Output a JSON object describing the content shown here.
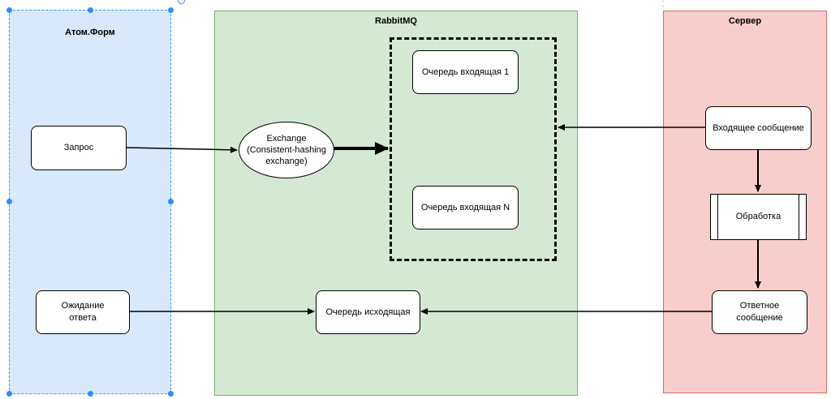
{
  "pools": {
    "atom": {
      "title": "Атом.Форм",
      "fill": "#dae8fc",
      "border": "#3d9bff"
    },
    "rabbit": {
      "title": "RabbitMQ",
      "fill": "#d5e8d4",
      "border": "#82b366"
    },
    "server": {
      "title": "Сервер",
      "fill": "#f8cecc",
      "border": "#e06666"
    }
  },
  "nodes": {
    "request": "Запрос",
    "waiting": "Ожидание\nответа",
    "exchange": "Exchange\n(Consistent-hashing\nexchange)",
    "queue_in_1": "Очередь входящая 1",
    "queue_in_n": "Очередь входящая N",
    "queue_out": "Очередь исходящая",
    "incoming_msg": "Входящее сообщение",
    "processing": "Обработка",
    "reply_msg": "Ответное\nсообщение"
  },
  "connectors": [
    {
      "from": "request",
      "to": "exchange"
    },
    {
      "from": "exchange",
      "to": "queue_group"
    },
    {
      "from": "incoming_msg",
      "to": "queue_group"
    },
    {
      "from": "incoming_msg",
      "to": "processing"
    },
    {
      "from": "processing",
      "to": "reply_msg"
    },
    {
      "from": "reply_msg",
      "to": "queue_out"
    },
    {
      "from": "waiting",
      "to": "queue_out"
    }
  ]
}
